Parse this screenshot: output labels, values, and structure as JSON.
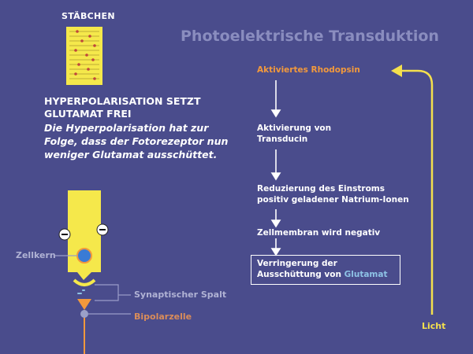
{
  "title": "Photoelektrische Transduktion",
  "rod_label": "STÄBCHEN",
  "heading": "HYPERPOLARISATION SETZT GLUTAMAT FREI",
  "description": "Die Hyperpolarisation hat zur Folge, dass der Fotorezeptor nun weniger Glutamat ausschüttet.",
  "cascade": {
    "step1": "Aktiviertes Rhodopsin",
    "step2_line1": "Aktivierung von",
    "step2_line2": "Transducin",
    "step3_line1": "Reduzierung des Einstroms",
    "step3_line2": "positiv geladener Natrium-Ionen",
    "step4": "Zellmembran wird negativ",
    "step5_line1": "Verringerung der",
    "step5_line2_prefix": "Ausschüttung von ",
    "step5_highlight": "Glutamat"
  },
  "labels": {
    "nucleus": "Zellkern",
    "synaptic_cleft": "Synaptischer Spalt",
    "bipolar_cell": "Bipolarzelle",
    "light": "Licht"
  },
  "colors": {
    "background": "#4a4c8c",
    "rod_yellow": "#f5e84b",
    "orange": "#f2993c",
    "glutamate_blue": "#8ec3e6",
    "light_yellow": "#f4e04d",
    "bipolar": "#d98c5a",
    "nucleus": "#3a7bd5"
  }
}
